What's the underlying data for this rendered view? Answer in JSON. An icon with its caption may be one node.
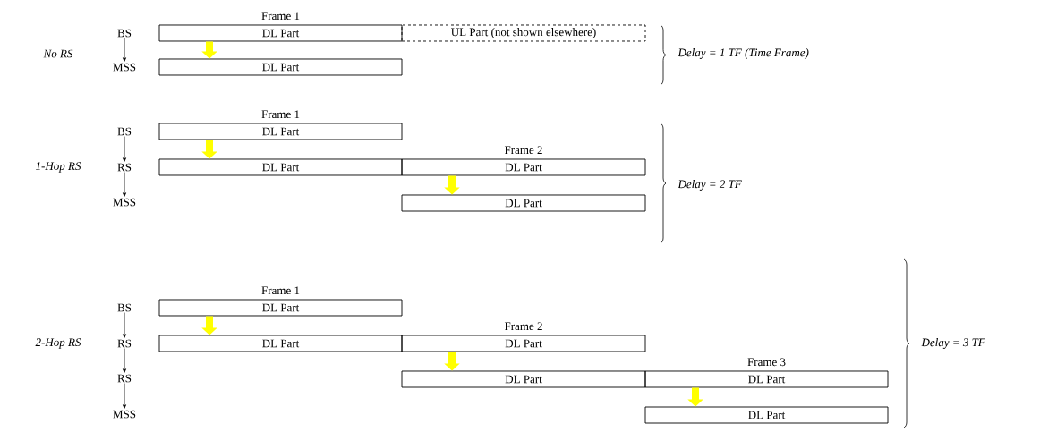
{
  "diagram": {
    "nodes": [
      {
        "text": [
          "BS"
        ]
      },
      {
        "text": [
          "Frame 1",
          "DL Part"
        ]
      },
      {
        "text": [
          "UL Part (not shown elsewhere)"
        ]
      },
      {
        "text": [
          "MSS"
        ]
      },
      {
        "text": [
          "DL Part"
        ]
      },
      {
        "text": [
          "BS"
        ]
      },
      {
        "text": [
          "Frame 1",
          "DL Part"
        ]
      },
      {
        "text": [
          "RS"
        ]
      },
      {
        "text": [
          "DL Part"
        ]
      },
      {
        "text": [
          "Frame 2",
          "DL Part"
        ]
      },
      {
        "text": [
          "MSS"
        ]
      },
      {
        "text": [
          "DL Part"
        ]
      },
      {
        "text": [
          "BS"
        ]
      },
      {
        "text": [
          "Frame 1",
          "DL Part"
        ]
      },
      {
        "text": [
          "RS"
        ]
      },
      {
        "text": [
          "DL Part"
        ]
      },
      {
        "text": [
          "Frame 2",
          "DL Part"
        ]
      },
      {
        "text": [
          "RS"
        ]
      },
      {
        "text": [
          "DL Part"
        ]
      },
      {
        "text": [
          "Frame 3",
          "DL Part"
        ]
      },
      {
        "text": [
          "MSS"
        ]
      },
      {
        "text": [
          "DL Part"
        ]
      }
    ],
    "edges": [
      {
        "from": 0,
        "to": 3,
        "arrow": "to"
      },
      {
        "from": 1,
        "to": 4,
        "arrow": "to",
        "style": "thick",
        "color": "#ffff00"
      },
      {
        "from": 5,
        "to": 7,
        "arrow": "to"
      },
      {
        "from": 7,
        "to": 10,
        "arrow": "to"
      },
      {
        "from": 6,
        "to": 8,
        "arrow": "to",
        "style": "thick",
        "color": "#ffff00"
      },
      {
        "from": 9,
        "to": 11,
        "arrow": "to",
        "style": "thick",
        "color": "#ffff00"
      },
      {
        "from": 12,
        "to": 14,
        "arrow": "to"
      },
      {
        "from": 14,
        "to": 17,
        "arrow": "to"
      },
      {
        "from": 17,
        "to": 20,
        "arrow": "to"
      },
      {
        "from": 13,
        "to": 15,
        "arrow": "to",
        "style": "thick",
        "color": "#ffff00"
      },
      {
        "from": 16,
        "to": 18,
        "arrow": "to",
        "style": "thick",
        "color": "#ffff00"
      },
      {
        "from": 19,
        "to": 21,
        "arrow": "to",
        "style": "thick",
        "color": "#ffff00"
      }
    ],
    "labels": [
      "No RS",
      "Delay = 1 TF (Time Frame)",
      "1-Hop RS",
      "Delay = 2 TF",
      "2-Hop RS",
      "Delay = 3 TF"
    ]
  }
}
